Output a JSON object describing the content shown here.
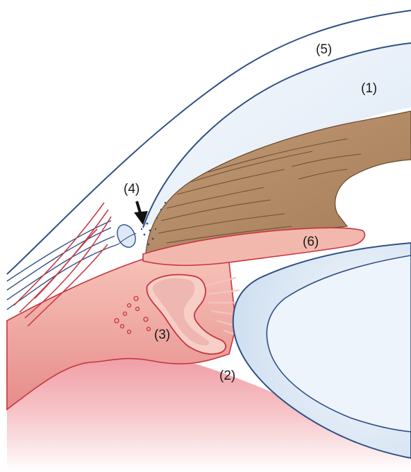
{
  "labels": {
    "aqueous": "(1)",
    "ciliary_muscle": "(2)",
    "ciliary_process": "(3)",
    "angle": "(4)",
    "cornea": "(5)",
    "iris_tip": "(6)"
  },
  "colors": {
    "corneal_fill": "#eaf1f9",
    "lens_fill": "#dfe9f4",
    "outline_blue": "#2f4f86",
    "iris_brown": "#b08a66",
    "iris_stroke": "#6b4a2e",
    "tissue_pink": "#f2b0a8",
    "tissue_red": "#c8343f",
    "vessel_red": "#c93c45"
  }
}
